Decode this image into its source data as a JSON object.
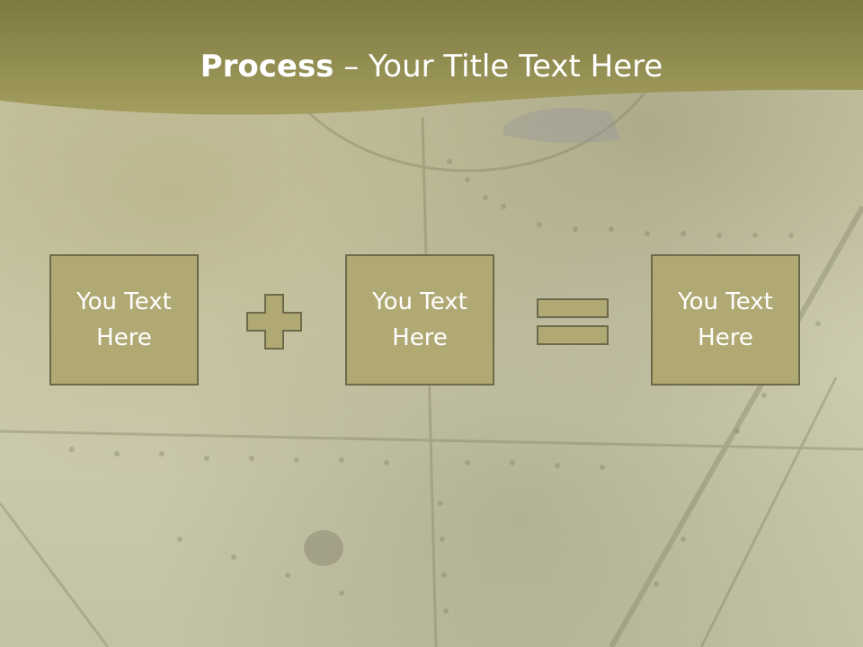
{
  "title": {
    "bold_part": "Process",
    "rest": " – Your Title Text Here"
  },
  "boxes": [
    {
      "text": "You Text\nHere"
    },
    {
      "text": "You Text\nHere"
    },
    {
      "text": "You Text\nHere"
    }
  ],
  "colors": {
    "title_band": "#8f8a4d",
    "box_fill": "#b0a974",
    "box_border": "#6d6a4b",
    "operator_fill": "#b0a974",
    "text": "#ffffff"
  },
  "icons": [
    "plus-icon",
    "equals-icon"
  ]
}
